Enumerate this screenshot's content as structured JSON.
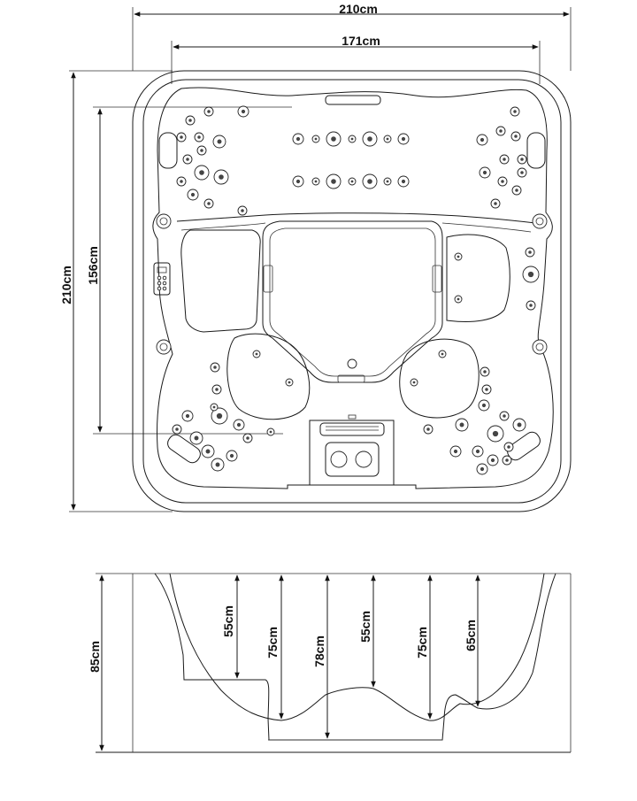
{
  "plan_view": {
    "overall_width": "210cm",
    "interior_width": "171cm",
    "overall_length": "210cm",
    "interior_length": "156cm"
  },
  "section_view": {
    "total_height": "85cm",
    "depths": [
      "55cm",
      "75cm",
      "78cm",
      "55cm",
      "75cm",
      "65cm"
    ]
  }
}
